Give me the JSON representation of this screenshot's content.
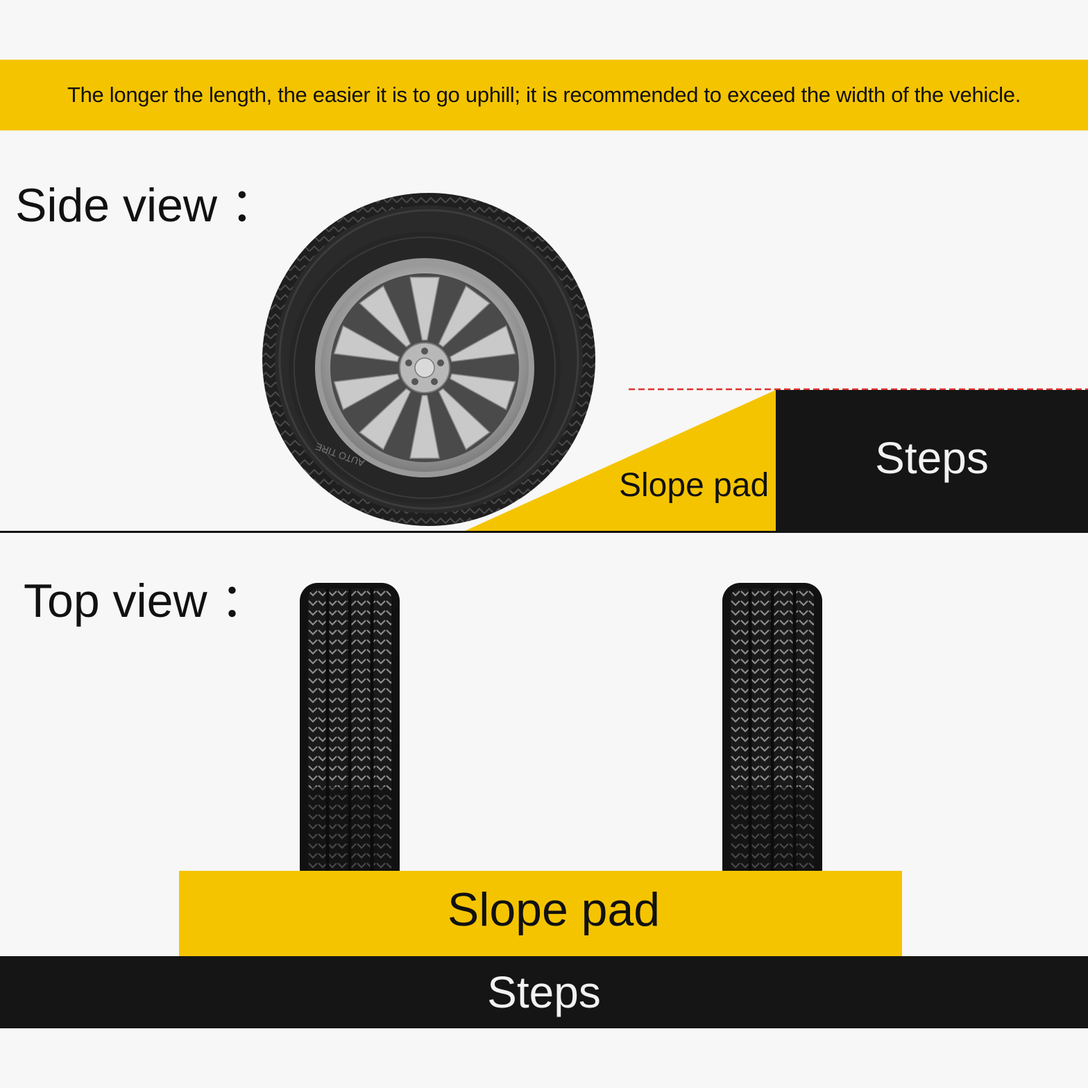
{
  "banner": {
    "text": "The longer the length, the easier it is to go uphill; it is recommended to exceed the width of the vehicle."
  },
  "side_view": {
    "heading": "Side view ：",
    "slope_pad_label": "Slope pad",
    "steps_label": "Steps",
    "tire_sidewall_text": "AUTO TIRE"
  },
  "top_view": {
    "heading": "Top view ：",
    "slope_pad_label": "Slope pad",
    "steps_label": "Steps"
  },
  "colors": {
    "accent_yellow": "#f5c400",
    "steps_black": "#151515",
    "guide_line_red": "#e0312c",
    "background": "#f7f7f7"
  }
}
